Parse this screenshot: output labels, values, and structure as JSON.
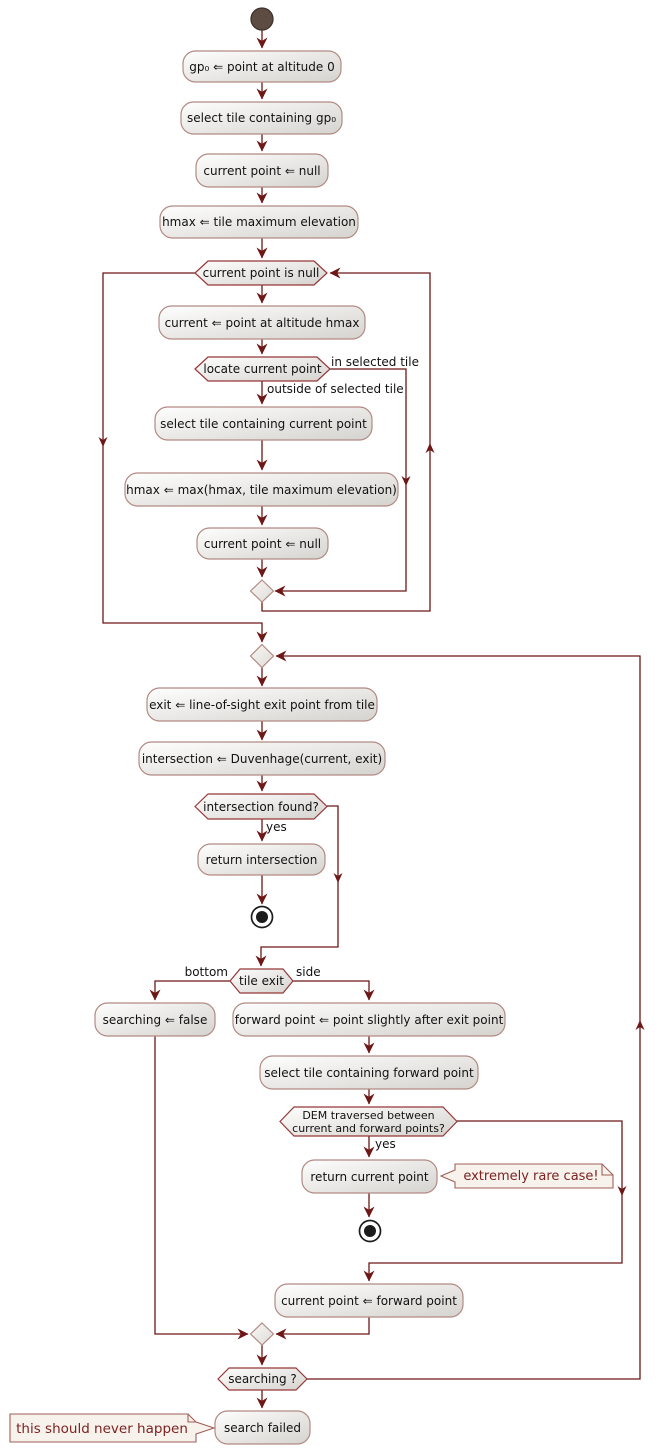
{
  "colors": {
    "background": "#ffffff",
    "edge": "#6e1717",
    "activity_border": "#b28a84",
    "decision_border": "#953737",
    "shape_fill_light": "#fefefe",
    "shape_fill_dark": "#d5d3ce",
    "note_fill": "#f7f2ec",
    "note_border": "#a25f5a",
    "note_text": "#7e2222",
    "start_fill": "#5d4c42",
    "stop_fill": "#1c1c1c",
    "text": "#111111"
  },
  "activities": {
    "gp0": "gp₀ ⇐ point at altitude 0",
    "select_tile_gp0": "select tile containing gp₀",
    "current_point_null_1": "current point ⇐ null",
    "hmax_init": "hmax ⇐ tile maximum elevation",
    "current_at_hmax": "current ⇐ point at altitude hmax",
    "select_tile_current": "select tile containing current point",
    "hmax_max": "hmax ⇐ max(hmax, tile maximum elevation)",
    "current_point_null_2": "current point ⇐ null",
    "exit_los": "exit ⇐ line-of-sight exit point from tile",
    "intersection_duvenhage": "intersection ⇐ Duvenhage(current, exit)",
    "return_intersection": "return intersection",
    "searching_false": "searching ⇐ false",
    "forward_point": "forward point ⇐ point slightly after exit point",
    "select_tile_forward": "select tile containing forward point",
    "return_current_point": "return current point",
    "current_forward": "current point ⇐ forward point",
    "search_failed": "search failed"
  },
  "decisions": {
    "current_point_is_null": "current point is null",
    "locate_current_point": "locate current point",
    "intersection_found": "intersection found?",
    "tile_exit": "tile exit",
    "dem_traversed": "DEM traversed between\ncurrent and forward points?",
    "searching": "searching ?"
  },
  "edge_labels": {
    "in_selected_tile": "in selected tile",
    "outside_of_selected_tile": "outside of selected tile",
    "yes_intersection": "yes",
    "bottom": "bottom",
    "side": "side",
    "yes_dem": "yes"
  },
  "notes": {
    "rare_case": "extremely rare case!",
    "never_happen": "this should never happen"
  }
}
